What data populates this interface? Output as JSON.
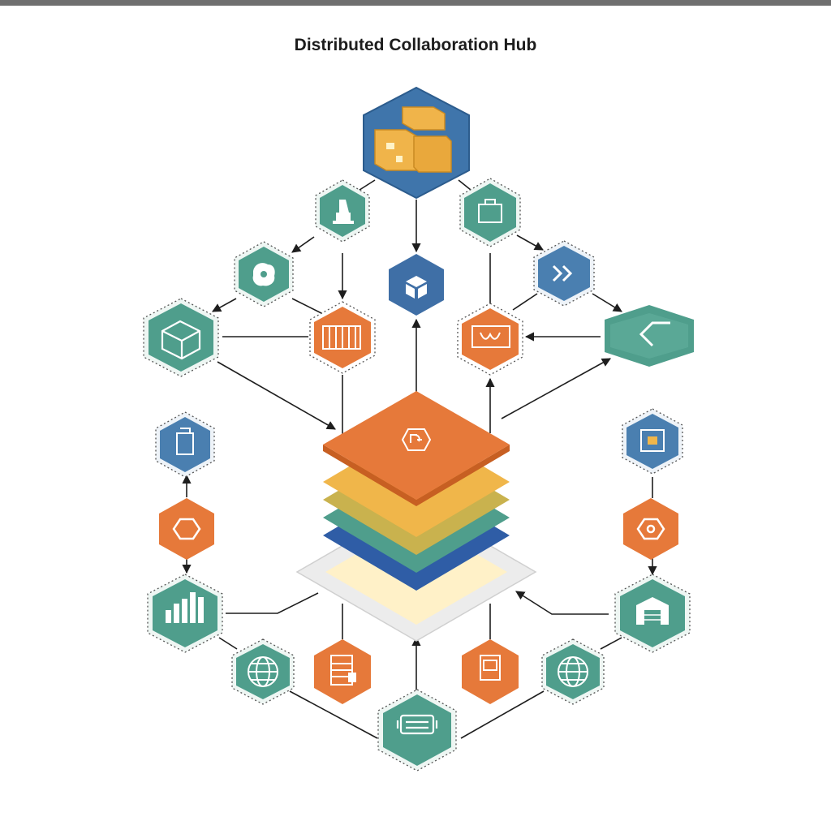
{
  "title": "Distributed Collaboration Hub",
  "colors": {
    "blue": "#4a7fb0",
    "teal": "#4f9e8c",
    "orange": "#e6793a",
    "yellow": "#f0b64a",
    "olive": "#c9b24e",
    "navy": "#2f5da6",
    "line": "#1e1e1e",
    "dash": "#6f6f6f"
  },
  "hub": {
    "icon": "hub-core-icon",
    "layers": [
      "orange",
      "yellow",
      "olive",
      "teal",
      "navy"
    ]
  },
  "nodes": [
    {
      "id": "storage-warehouse-node",
      "icon": "boxes-icon",
      "color": "blue"
    },
    {
      "id": "print-node",
      "icon": "printer-icon",
      "color": "teal"
    },
    {
      "id": "clipboard-node",
      "icon": "clipboard-icon",
      "color": "teal"
    },
    {
      "id": "object-node",
      "icon": "blob-icon",
      "color": "teal"
    },
    {
      "id": "forward-node",
      "icon": "double-chevron-icon",
      "color": "blue"
    },
    {
      "id": "cube-node",
      "icon": "cube-icon",
      "color": "blue"
    },
    {
      "id": "package-node",
      "icon": "package-box-icon",
      "color": "teal"
    },
    {
      "id": "gateway-node-left",
      "icon": "columns-icon",
      "color": "orange"
    },
    {
      "id": "gateway-node-right",
      "icon": "frame-icon",
      "color": "orange"
    },
    {
      "id": "return-node",
      "icon": "return-arrow-icon",
      "color": "teal"
    },
    {
      "id": "device-node",
      "icon": "device-icon",
      "color": "blue"
    },
    {
      "id": "chip-node",
      "icon": "chip-icon",
      "color": "blue"
    },
    {
      "id": "gear-node-left",
      "icon": "gear-icon",
      "color": "orange"
    },
    {
      "id": "gear-node-right",
      "icon": "gear-icon",
      "color": "orange"
    },
    {
      "id": "analytics-node",
      "icon": "bar-chart-icon",
      "color": "teal"
    },
    {
      "id": "warehouse-node",
      "icon": "warehouse-icon",
      "color": "teal"
    },
    {
      "id": "globe-node-left",
      "icon": "globe-icon",
      "color": "teal"
    },
    {
      "id": "globe-node-right",
      "icon": "globe-icon",
      "color": "teal"
    },
    {
      "id": "server-node",
      "icon": "server-icon",
      "color": "orange"
    },
    {
      "id": "tablet-node",
      "icon": "tablet-icon",
      "color": "orange"
    },
    {
      "id": "router-node",
      "icon": "router-icon",
      "color": "teal"
    }
  ]
}
